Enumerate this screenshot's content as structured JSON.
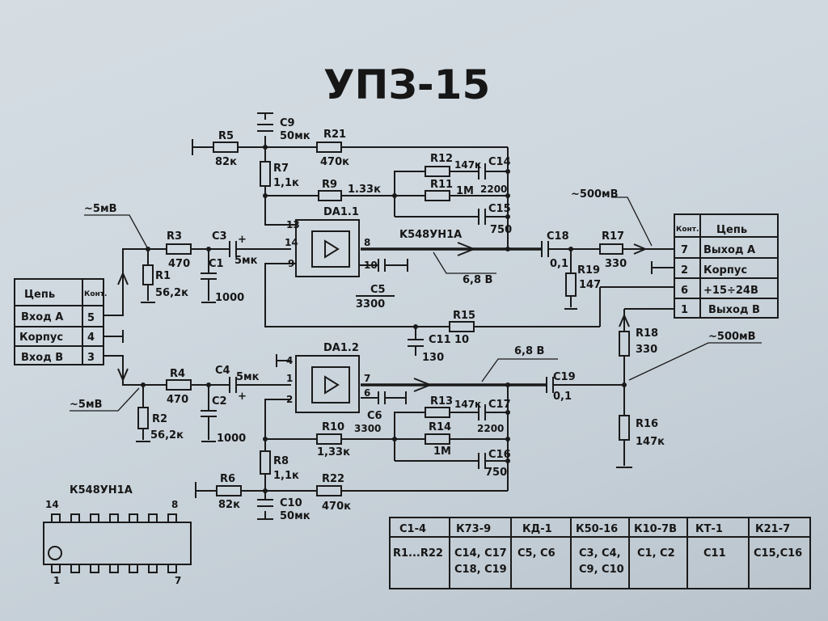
{
  "title": "УПЗ-15",
  "chip": {
    "ic_label": "K548УН1A",
    "da1": "DA1.1",
    "da2": "DA1.2",
    "pin_label": "К548УН1А",
    "pin14": "14",
    "pin8": "8",
    "pin1": "1",
    "pin7": "7"
  },
  "pins": {
    "p13": "13",
    "p14": "14",
    "p9": "9",
    "p8": "8",
    "p10": "10",
    "p4": "4",
    "p1": "1",
    "p2": "2",
    "p7": "7",
    "p6": "6"
  },
  "components": {
    "R1": "R1",
    "R1v": "56,2к",
    "R2": "R2",
    "R2v": "56,2к",
    "R3": "R3",
    "R3v": "470",
    "R4": "R4",
    "R4v": "470",
    "R5": "R5",
    "R5v": "82к",
    "R6": "R6",
    "R6v": "82к",
    "R7": "R7",
    "R7v": "1,1к",
    "R8": "R8",
    "R8v": "1,1к",
    "R9": "R9",
    "R9v": "1.33к",
    "R10": "R10",
    "R10v": "1,33к",
    "R11": "R11",
    "R11v": "1М",
    "R12": "R12",
    "R12v": "147к",
    "R13": "R13",
    "R13v": "147к",
    "R14": "R14",
    "R14v": "1М",
    "R15": "R15",
    "R15v": "10",
    "R16": "R16",
    "R16v": "147к",
    "R17": "R17",
    "R17v": "330",
    "R18": "R18",
    "R18v": "330",
    "R19": "R19",
    "R19v": "147",
    "R21": "R21",
    "R21v": "470к",
    "R22": "R22",
    "R22v": "470к",
    "C1": "C1",
    "C1v": "1000",
    "C2": "C2",
    "C2v": "1000",
    "C3": "C3",
    "C3v": "5мк",
    "C4": "C4",
    "C4v": "5мк",
    "C5": "C5",
    "C5v": "3300",
    "C6": "C6",
    "C6v": "3300",
    "C9": "C9",
    "C9v": "50мк",
    "C10": "C10",
    "C10v": "50мк",
    "C11": "C11",
    "C11v": "130",
    "C14": "C14",
    "C14v": "2200",
    "C15": "C15",
    "C15v": "750",
    "C16": "C16",
    "C16v": "750",
    "C17": "C17",
    "C17v": "2200",
    "C18": "C18",
    "C18v": "0,1",
    "C19": "C19",
    "C19v": "0,1"
  },
  "signals": {
    "in_a": "~5мВ",
    "in_b": "~5мВ",
    "out_a": "~500мВ",
    "out_b": "~500мВ",
    "v1": "6,8 В",
    "v2": "6,8 В",
    "plus": "+"
  },
  "left_table": {
    "h1": "Цепь",
    "h2": "Конт.",
    "rows": [
      {
        "name": "Вход А",
        "pin": "5"
      },
      {
        "name": "Корпус",
        "pin": "4"
      },
      {
        "name": "Вход В",
        "pin": "3"
      }
    ]
  },
  "right_table": {
    "h1": "Конт.",
    "h2": "Цепь",
    "rows": [
      {
        "pin": "7",
        "name": "Выход А"
      },
      {
        "pin": "2",
        "name": "Корпус"
      },
      {
        "pin": "6",
        "name": "+15÷24В"
      },
      {
        "pin": "1",
        "name": "Выход В"
      }
    ]
  },
  "bom": {
    "headers": [
      "С1-4",
      "К73-9",
      "КД-1",
      "К50-16",
      "К10-7В",
      "КТ-1",
      "К21-7"
    ],
    "row1": [
      "R1...R22",
      "C14, C17",
      "C5, C6",
      "C3, C4,",
      "C1, C2",
      "C11",
      "C15,C16"
    ],
    "row2": [
      "",
      "C18, C19",
      "",
      "C9, C10",
      "",
      "",
      ""
    ]
  }
}
